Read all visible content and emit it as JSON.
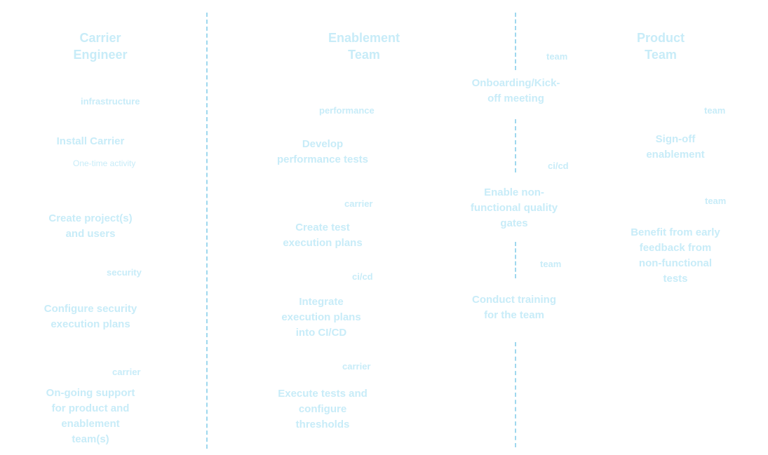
{
  "lanes": {
    "carrier": {
      "title": "Carrier\nEngineer",
      "steps": [
        {
          "tag": "infrastructure",
          "label": "Install Carrier",
          "note": "One-time activity"
        },
        {
          "label": "Create project(s)\nand users"
        },
        {
          "tag": "security",
          "label": "Configure security\nexecution plans"
        },
        {
          "tag": "carrier",
          "label": "On-going support\nfor product and\nenablement\nteam(s)"
        }
      ]
    },
    "enablement": {
      "title": "Enablement\nTeam",
      "steps": [
        {
          "tag": "performance",
          "label": "Develop\nperformance tests"
        },
        {
          "tag": "carrier",
          "label": "Create test\nexecution plans"
        },
        {
          "tag": "ci/cd",
          "label": "Integrate\nexecution plans\ninto CI/CD"
        },
        {
          "tag": "carrier",
          "label": "Execute tests and\nconfigure\nthresholds"
        }
      ]
    },
    "middle": {
      "steps": [
        {
          "tag": "team",
          "label": "Onboarding/Kick-\noff meeting"
        },
        {
          "tag": "ci/cd",
          "label": "Enable non-\nfunctional quality\ngates"
        },
        {
          "tag": "team",
          "label": "Conduct training\nfor the team"
        }
      ]
    },
    "product": {
      "title": "Product\nTeam",
      "steps": [
        {
          "tag": "team",
          "label": "Sign-off\nenablement"
        },
        {
          "tag": "team",
          "label": "Benefit from early\nfeedback from\nnon-functional\ntests"
        }
      ]
    }
  },
  "colors": {
    "text": "#c8ecf8",
    "divider": "#9fd8ee"
  }
}
